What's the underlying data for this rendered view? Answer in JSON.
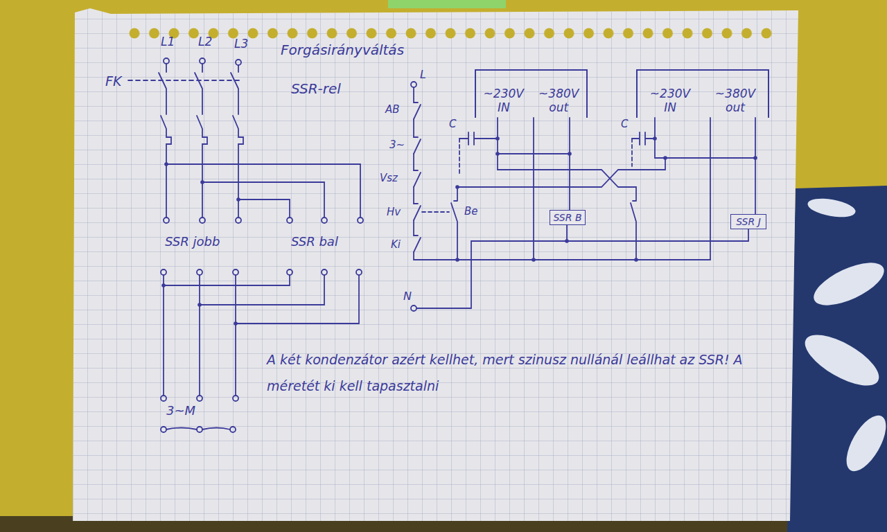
{
  "diagram": {
    "title": "Forgásirányváltás",
    "nodes": [
      {
        "text": [
          "~230V IN",
          "~380V out"
        ]
      },
      {
        "text": [
          "SSR B"
        ]
      },
      {
        "text": [
          "~230V IN",
          "~380V out"
        ]
      },
      {
        "text": [
          "SSR J"
        ]
      }
    ],
    "edges": [
      {
        "from": 0,
        "to": 1,
        "arrow": "none"
      },
      {
        "from": 2,
        "to": 3,
        "arrow": "none"
      }
    ],
    "labels": [
      "SSR-rel",
      "FK",
      "L1",
      "L2",
      "L3",
      "SSR jobb",
      "SSR bal",
      "3~M",
      "L",
      "AB",
      "3~",
      "Vsz",
      "Hv",
      "Be",
      "Ki",
      "N",
      "C",
      "C",
      "A két kondenzátor azért kellhet, mert szinusz nullánál leállhat az SSR! A méretét ki kell tapasztalni"
    ]
  }
}
